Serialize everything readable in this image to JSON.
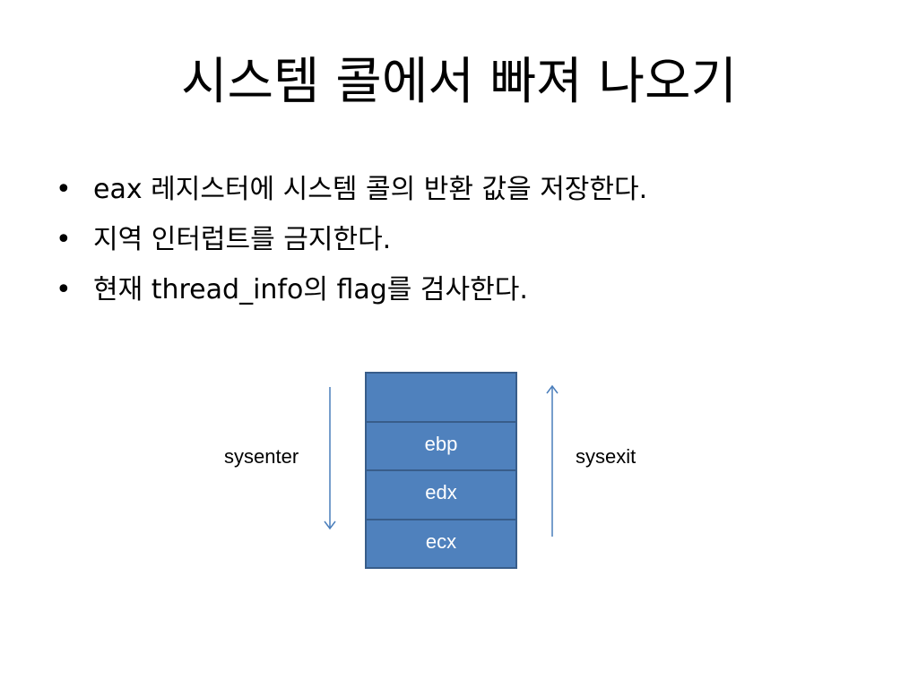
{
  "slide": {
    "title": "시스템 콜에서 빠져 나오기",
    "bullet_symbol": "•",
    "bullets": [
      "eax 레지스터에 시스템 콜의 반환 값을 저장한다.",
      "지역 인터럽트를 금지한다.",
      "현재 thread_info의 flag를 검사한다."
    ]
  },
  "diagram": {
    "stack_cells": [
      "",
      "ebp",
      "edx",
      "ecx"
    ],
    "left_label": "sysenter",
    "right_label": "sysexit",
    "left_arrow_direction": "down",
    "right_arrow_direction": "up",
    "colors": {
      "cell_fill": "#4f81bd",
      "cell_border": "#385d8a",
      "arrow": "#4a7ebb"
    }
  }
}
